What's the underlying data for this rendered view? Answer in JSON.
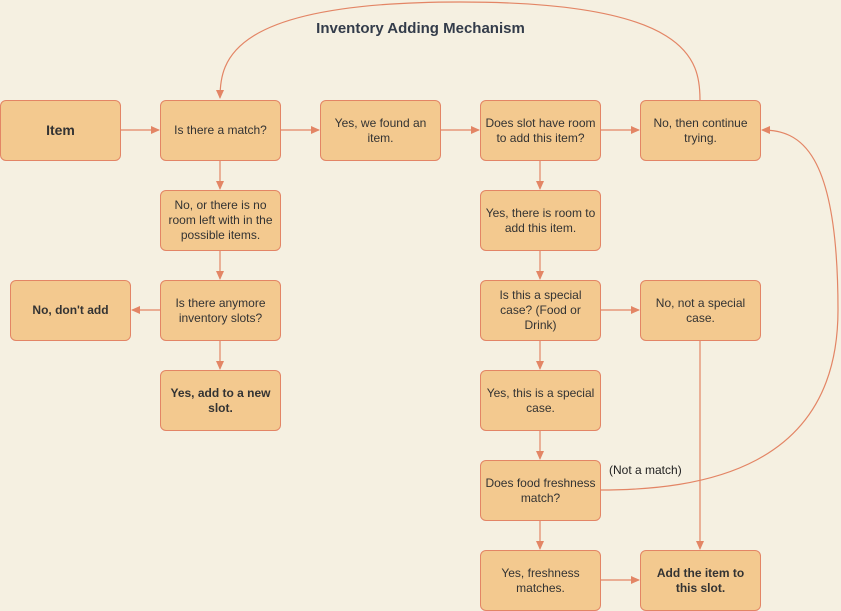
{
  "title": "Inventory Adding Mechanism",
  "colors": {
    "background": "#f5f0e1",
    "node_fill": "#f3c98f",
    "node_border": "#e38565",
    "edge": "#e38565"
  },
  "nodes": {
    "item": "Item",
    "match": "Is there a match?",
    "found": "Yes, we found  an item.",
    "room": "Does slot have room to add this item?",
    "continue": "No, then continue trying.",
    "noroom": "No, or there is no room left with in the possible items.",
    "yesroom": "Yes, there is room to add this item.",
    "slots": "Is there anymore inventory slots?",
    "dontadd": "No, don't add",
    "special": "Is this a special case? (Food or Drink)",
    "notspecial": "No, not a special case.",
    "newslot": "Yes, add to a new slot.",
    "isspecial": "Yes, this is a special case.",
    "fresh": "Does food freshness match?",
    "freshyes": "Yes, freshness matches.",
    "addslot": "Add the item to this slot."
  },
  "edge_labels": {
    "not_match": "(Not a match)"
  }
}
